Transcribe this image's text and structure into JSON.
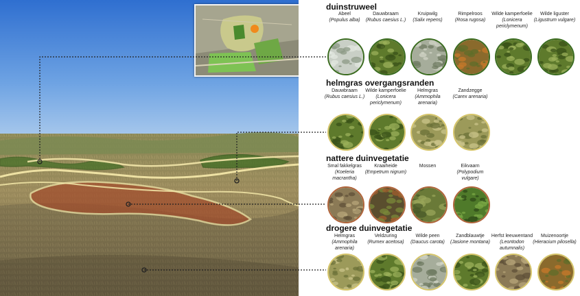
{
  "colors": {
    "duinstruweel": "#3a6b1f",
    "helmgras": "#e6d9a0",
    "nattere": "#b0643a",
    "drogere": "#d6c56a",
    "connector": "#222222"
  },
  "sections": [
    {
      "title": "duinstruweel",
      "ring": "green",
      "species": [
        {
          "common": "Abeel",
          "latin": "(Populus alba)",
          "texture": "pale-shrub"
        },
        {
          "common": "Dauwbraam",
          "latin": "(Rubus caesius L.)",
          "texture": "leafy"
        },
        {
          "common": "Kruipwilg",
          "latin": "(Salix repens)",
          "texture": "grey-shrub"
        },
        {
          "common": "Rimpelroos",
          "latin": "(Rosa rugosa)",
          "texture": "autumn-leaf"
        },
        {
          "common": "Wilde kamperfoelie",
          "latin": "(Lonicera periclymenum)",
          "texture": "leafy"
        },
        {
          "common": "Wilde liguster",
          "latin": "(Ligustrum vulgare)",
          "texture": "leafy"
        }
      ]
    },
    {
      "title": "helmgras overgangsranden",
      "ring": "gold",
      "species": [
        {
          "common": "Dauwbraam",
          "latin": "(Rubus caesius L.)",
          "texture": "leafy"
        },
        {
          "common": "Wilde kamperfoelie",
          "latin": "(Lonicera periclymenum)",
          "texture": "leafy"
        },
        {
          "common": "Helmgras",
          "latin": "(Ammophila arenaria)",
          "texture": "grass"
        },
        {
          "common": "Zandzegge",
          "latin": "(Carex arenaria)",
          "texture": "grass"
        }
      ]
    },
    {
      "title": "nattere duinvegetatie",
      "ring": "red",
      "species": [
        {
          "common": "Smal fakkelgras",
          "latin": "(Koeleria macrantha)",
          "texture": "dry-grass"
        },
        {
          "common": "Kraaiheide",
          "latin": "(Empetrum nigrum)",
          "texture": "heath"
        },
        {
          "common": "Mossen",
          "latin": "",
          "texture": "moss"
        },
        {
          "common": "Eikvaarn",
          "latin": "(Polypodium vulgare)",
          "texture": "fern"
        }
      ]
    },
    {
      "title": "drogere duinvegetatie",
      "ring": "gold",
      "species": [
        {
          "common": "Helmgras",
          "latin": "(Ammophila arenaria)",
          "texture": "grass"
        },
        {
          "common": "Veldzuring",
          "latin": "(Rumex acetosa)",
          "texture": "leafy"
        },
        {
          "common": "Wilde peen",
          "latin": "(Daucus carota)",
          "texture": "grey-shrub"
        },
        {
          "common": "Zandblauwtje",
          "latin": "(Jasione montana)",
          "texture": "leafy"
        },
        {
          "common": "Herfst leeuwentand",
          "latin": "(Leontodon autumnalis)",
          "texture": "dry-grass"
        },
        {
          "common": "Muizenoortje",
          "latin": "(Hieracium pilosella)",
          "texture": "autumn-leaf"
        }
      ]
    }
  ]
}
